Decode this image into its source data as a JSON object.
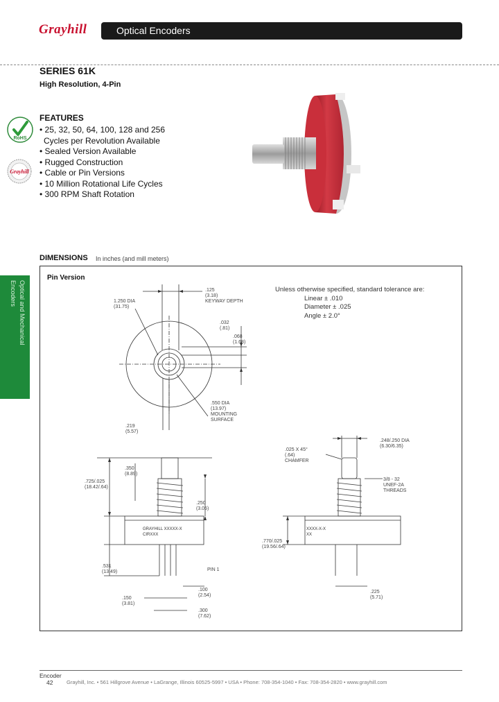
{
  "header": {
    "logo_text": "Grayhill",
    "section_title": "Optical Encoders"
  },
  "product": {
    "series": "SERIES 61K",
    "subtitle": "High Resolution, 4-Pin"
  },
  "features": {
    "heading": "FEATURES",
    "items": [
      "• 25, 32, 50, 64, 100, 128 and 256",
      "  Cycles per Revolution Available",
      "• Sealed Version Available",
      "• Rugged Construction",
      "• Cable or Pin Versions",
      "• 10 Million Rotational Life Cycles",
      "• 300 RPM Shaft Rotation"
    ]
  },
  "badges": {
    "rohs_label": "RoHS",
    "seal_label": "Grayhill"
  },
  "side_tab": {
    "line1": "Optical and Mechanical",
    "line2": "Encoders"
  },
  "dimensions": {
    "heading": "DIMENSIONS",
    "note": "In inches (and mill meters)",
    "pin_version": "Pin Version",
    "tolerance": {
      "heading": "Unless otherwise specified, standard tolerance are:",
      "linear": "Linear ± .010",
      "diameter": "Diameter ± .025",
      "angle": "Angle ± 2.0°"
    },
    "callouts": {
      "c1": ".125",
      "c1mm": "(3.18)",
      "keyway": "KEYWAY DEPTH",
      "dia1": "1.250 DIA",
      "dia1mm": "(31.75)",
      "d2": ".032",
      "d2mm": "(.81)",
      "d3": ".068",
      "d3mm": "(1.68)",
      "mount": ".550 DIA",
      "mountmm": "(13.97)",
      "mount2": "MOUNTING",
      "mount3": "SURFACE",
      "d4": ".219",
      "d4mm": "(5.57)",
      "d5": ".350",
      "d5mm": "(8.89)",
      "d6": ".725/.025",
      "d6mm": "(18.42/.64)",
      "d7": ".250",
      "d7mm": "(3.05)",
      "d8": ".531",
      "d8mm": "(13.49)",
      "pin1": "PIN 1",
      "d9": ".100",
      "d9mm": "(2.54)",
      "d10": ".150",
      "d10mm": "(3.81)",
      "d11": ".300",
      "d11mm": "(7.62)",
      "chamfer": ".025 X 45°",
      "chamfermm": "(.64)",
      "chamfer2": "CHAMFER",
      "shaftdia": ".248/.250 DIA",
      "shaftdiamm": "(6.30/6.35)",
      "thread1": "3/8 - 32",
      "thread2": "UNEF-2A",
      "thread3": "THREADS",
      "d12": ".770/.025",
      "d12mm": "(19.56/.64)",
      "d13": ".225",
      "d13mm": "(5.71)",
      "part1": "GRAYHILL   XXXXX-X",
      "part2": "CIRXXX",
      "part3": "XXXX-X-X",
      "part4": "XX"
    }
  },
  "footer": {
    "category": "Encoder",
    "page": "42",
    "contact": "Grayhill, Inc. • 561 Hillgrove Avenue • LaGrange, Illinois 60525-5997 • USA • Phone: 708-354-1040 • Fax: 708-354-2820 • www.grayhill.com"
  }
}
